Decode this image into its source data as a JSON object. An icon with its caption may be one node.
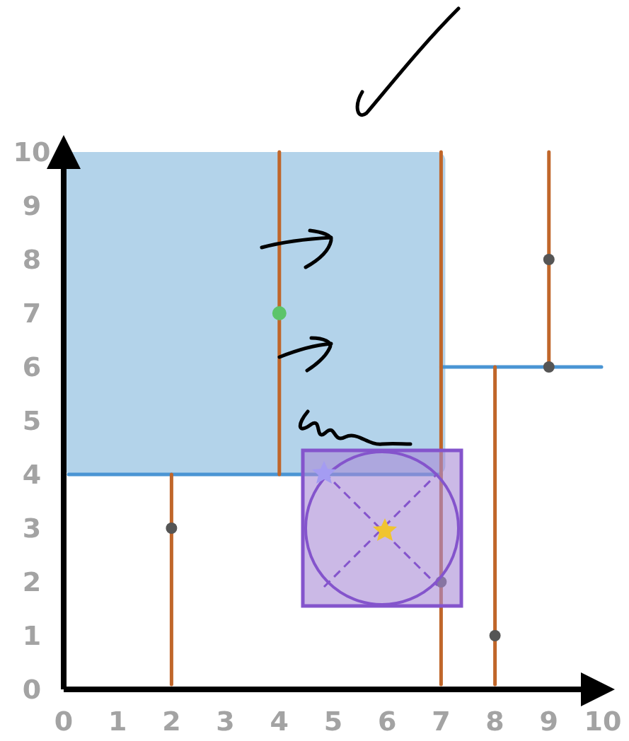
{
  "diagram": {
    "labels": [
      "10",
      "9",
      "8",
      "7",
      "6",
      "5",
      "4",
      "3",
      "2",
      "1",
      "0",
      "0",
      "1",
      "2",
      "3",
      "4",
      "5",
      "6",
      "7",
      "8",
      "9",
      "10"
    ]
  }
}
